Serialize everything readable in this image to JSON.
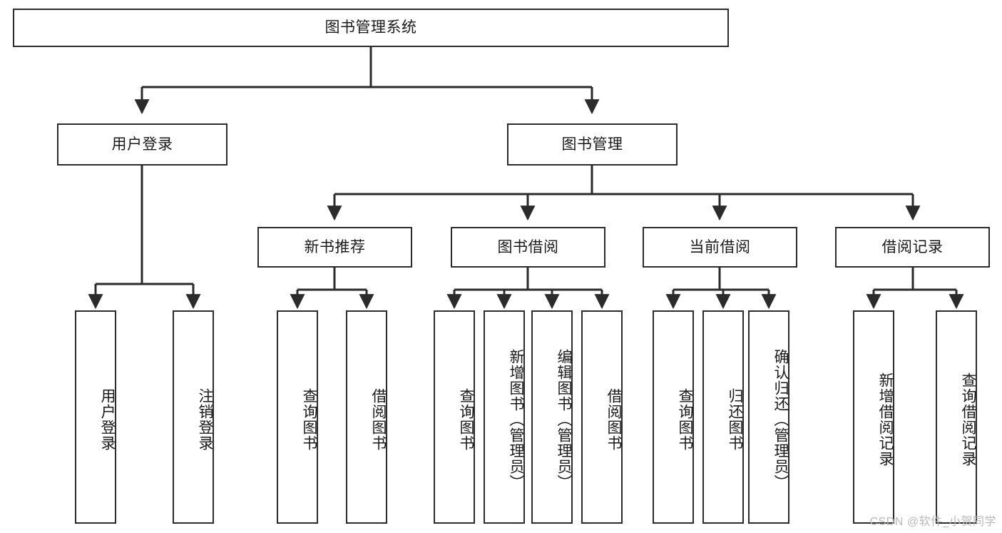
{
  "diagram": {
    "type": "hierarchy-tree",
    "title": "图书管理系统",
    "watermark": "CSDN @软件_小贺同学",
    "colors": {
      "border": "#2b2b2b",
      "background": "#ffffff",
      "text": "#1a1a1a",
      "connector": "#2b2b2b",
      "watermark": "#b9b9b9"
    },
    "levels": {
      "root": {
        "label": "图书管理系统"
      },
      "level2": [
        {
          "label": "用户登录"
        },
        {
          "label": "图书管理"
        }
      ],
      "level3": [
        {
          "label": "新书推荐"
        },
        {
          "label": "图书借阅"
        },
        {
          "label": "当前借阅"
        },
        {
          "label": "借阅记录"
        }
      ],
      "leaves": {
        "user_login": [
          {
            "label": "用户登录"
          },
          {
            "label": "注销登录"
          }
        ],
        "new_book_recommend": [
          {
            "label": "查询图书"
          },
          {
            "label": "借阅图书"
          }
        ],
        "book_borrow": [
          {
            "label": "查询图书"
          },
          {
            "label": "新增图书（管理员）"
          },
          {
            "label": "编辑图书（管理员）"
          },
          {
            "label": "借阅图书"
          }
        ],
        "current_borrow": [
          {
            "label": "查询图书"
          },
          {
            "label": "归还图书"
          },
          {
            "label": "确认归还（管理员）"
          }
        ],
        "borrow_record": [
          {
            "label": "新增借阅记录"
          },
          {
            "label": "查询借阅记录"
          }
        ]
      }
    }
  }
}
